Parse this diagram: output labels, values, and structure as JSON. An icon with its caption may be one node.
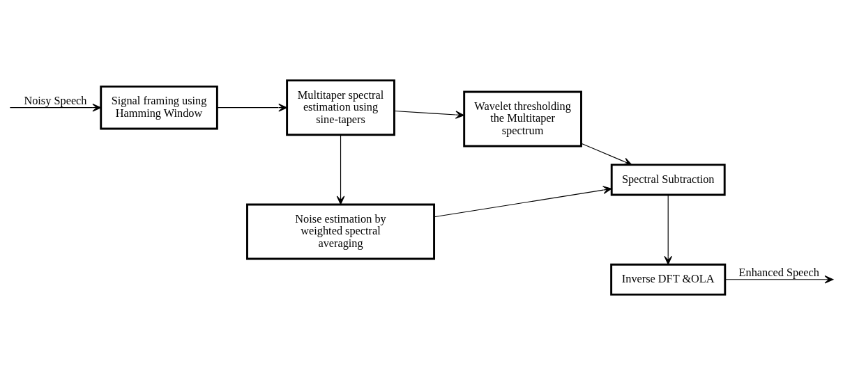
{
  "diagram": {
    "nodes": [
      {
        "text": [
          "Signal framing using Hamming Window"
        ]
      },
      {
        "text": [
          "Multitaper spectral estimation using sine-tapers"
        ]
      },
      {
        "text": [
          "Wavelet thresholding the Multitaper spectrum"
        ]
      },
      {
        "text": [
          "Spectral Subtraction"
        ]
      },
      {
        "text": [
          "Inverse DFT &OLA"
        ]
      },
      {
        "text": [
          "Noise estimation by weighted spectral averaging"
        ]
      }
    ],
    "edges": [
      {
        "from": null,
        "to": 0,
        "arrow": "to",
        "label": "Noisy Speech"
      },
      {
        "from": 0,
        "to": 1,
        "arrow": "to"
      },
      {
        "from": 1,
        "to": 2,
        "arrow": "to"
      },
      {
        "from": 2,
        "to": 3,
        "arrow": "to"
      },
      {
        "from": 3,
        "to": 4,
        "arrow": "to"
      },
      {
        "from": 4,
        "to": null,
        "arrow": "to",
        "label": "Enhanced Speech"
      },
      {
        "from": 1,
        "to": 5,
        "arrow": "to"
      },
      {
        "from": 5,
        "to": 3,
        "arrow": "to"
      }
    ]
  }
}
